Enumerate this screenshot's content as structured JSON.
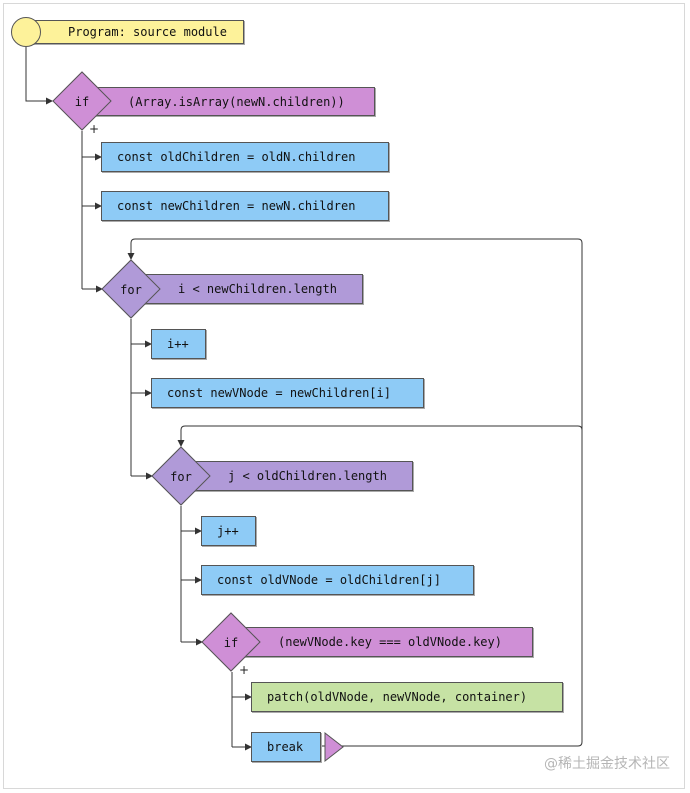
{
  "program": {
    "label": "Program: source module"
  },
  "if1": {
    "keyword": "if",
    "condition": "(Array.isArray(newN.children))",
    "branch_mark": "+"
  },
  "stmt_old_children": "const oldChildren = oldN.children",
  "stmt_new_children": "const newChildren = newN.children",
  "for1": {
    "keyword": "for",
    "condition": "i < newChildren.length"
  },
  "stmt_i_inc": "i++",
  "stmt_new_vnode": "const newVNode = newChildren[i]",
  "for2": {
    "keyword": "for",
    "condition": "j < oldChildren.length"
  },
  "stmt_j_inc": "j++",
  "stmt_old_vnode": "const oldVNode = oldChildren[j]",
  "if2": {
    "keyword": "if",
    "condition": "(newVNode.key === oldVNode.key)",
    "branch_mark": "+"
  },
  "stmt_patch": "patch(oldVNode, newVNode, container)",
  "stmt_break": "break",
  "watermark": "@稀土掘金技术社区",
  "colors": {
    "program": "#fdf29a",
    "if": "#cf8fd6",
    "for": "#b09ad8",
    "statement": "#8ecbf6",
    "call": "#c6e2a4"
  }
}
